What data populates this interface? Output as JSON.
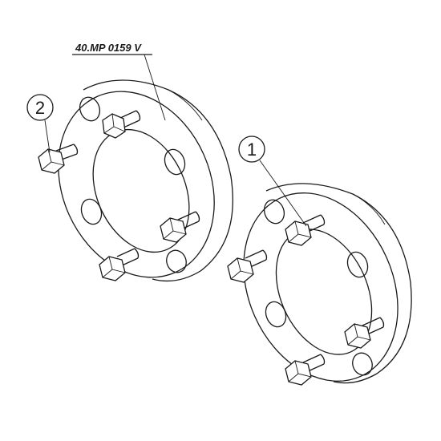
{
  "part_code": "40.MP 0159 V",
  "callouts": [
    "1",
    "2"
  ]
}
